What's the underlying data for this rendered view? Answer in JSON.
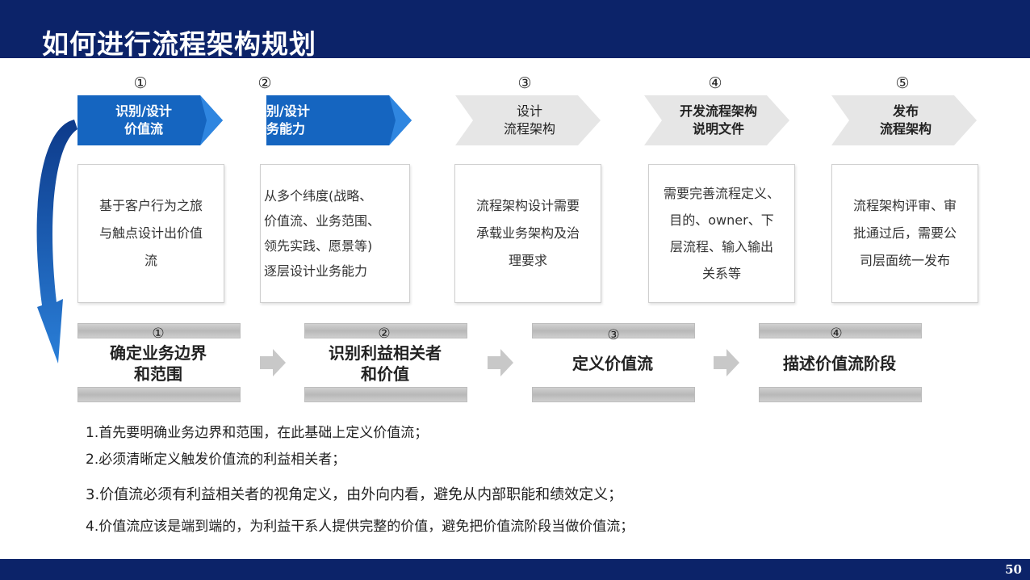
{
  "header": {
    "title": "如何进行流程架构规划"
  },
  "footer": {
    "page_number": "50"
  },
  "process": [
    {
      "num": "①",
      "lines": [
        "识别/设计",
        "价值流"
      ],
      "style": "blue"
    },
    {
      "num": "②",
      "lines": [
        "别/设计",
        "务能力"
      ],
      "style": "blue"
    },
    {
      "num": "③",
      "lines": [
        "设计",
        "流程架构"
      ],
      "style": "grey"
    },
    {
      "num": "④",
      "lines": [
        "开发流程架构",
        "说明文件"
      ],
      "style": "grey-bold"
    },
    {
      "num": "⑤",
      "lines": [
        "发布",
        "流程架构"
      ],
      "style": "grey-bold"
    }
  ],
  "descriptions": [
    {
      "lines": [
        "基于客户行为之旅",
        "与触点设计出价值",
        "流"
      ]
    },
    {
      "lines": [
        "从多个纬度(战略、",
        "价值流、业务范围、",
        "领先实践、愿景等)",
        "逐层设计业务能力"
      ]
    },
    {
      "lines": [
        "流程架构设计需要",
        "承载业务架构及治",
        "理要求"
      ]
    },
    {
      "lines": [
        "需要完善流程定义、",
        "目的、owner、下",
        "层流程、输入输出",
        "关系等"
      ]
    },
    {
      "lines": [
        "流程架构评审、审",
        "批通过后，需要公",
        "司层面统一发布"
      ]
    }
  ],
  "steps": [
    {
      "num": "①",
      "lines": [
        "确定业务边界",
        "和范围"
      ]
    },
    {
      "num": "②",
      "lines": [
        "识别利益相关者",
        "和价值"
      ]
    },
    {
      "num": "③",
      "lines": [
        "定义价值流"
      ]
    },
    {
      "num": "④",
      "lines": [
        "描述价值流阶段"
      ]
    }
  ],
  "notes": [
    "1.首先要明确业务边界和范围，在此基础上定义价值流；",
    "2.必须清晰定义触发价值流的利益相关者；",
    "3.价值流必须有利益相关者的视角定义，由外向内看，避免从内部职能和绩效定义；",
    "4.价值流应该是端到端的，为利益干系人提供完整的价值，避免把价值流阶段当做价值流；"
  ],
  "colors": {
    "navy": "#0c2369",
    "blue": "#1565c0",
    "grey": "#e9e9e9"
  }
}
